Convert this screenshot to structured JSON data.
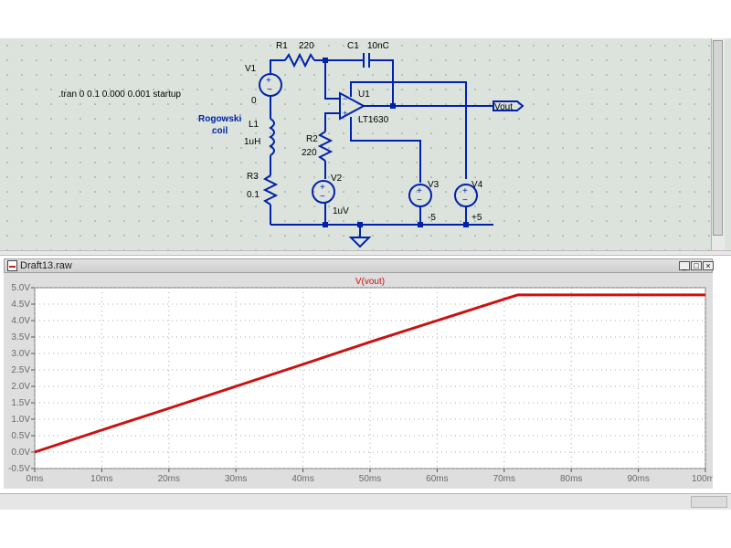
{
  "schematic": {
    "directive": ".tran 0 0.1 0.000 0.001 startup",
    "rogowski_label": "Rogowski",
    "coil_label": "coil",
    "v1": {
      "name": "V1",
      "value": "0"
    },
    "r1": {
      "name": "R1",
      "value": "220"
    },
    "c1": {
      "name": "C1",
      "value": "10nC"
    },
    "u1": {
      "name": "U1",
      "model": "LT1630"
    },
    "l1": {
      "name": "L1",
      "value": "1uH"
    },
    "r2": {
      "name": "R2",
      "value": "220"
    },
    "r3": {
      "name": "R3",
      "value": "0.1"
    },
    "v2": {
      "name": "V2",
      "value": "1uV"
    },
    "v3": {
      "name": "V3",
      "value": "-5"
    },
    "v4": {
      "name": "V4",
      "value": "+5"
    },
    "vout_label": "Vout"
  },
  "waveform_window": {
    "title": "Draft13.raw",
    "min_btn": "_",
    "max_btn": "□",
    "close_btn": "×"
  },
  "chart_data": {
    "type": "line",
    "title": "",
    "xlabel": "",
    "ylabel": "",
    "xlim": [
      0,
      100
    ],
    "ylim": [
      -0.5,
      5.0
    ],
    "x_ticks": [
      "0ms",
      "10ms",
      "20ms",
      "30ms",
      "40ms",
      "50ms",
      "60ms",
      "70ms",
      "80ms",
      "90ms",
      "100ms"
    ],
    "y_ticks": [
      "-0.5V",
      "0.0V",
      "0.5V",
      "1.0V",
      "1.5V",
      "2.0V",
      "2.5V",
      "3.0V",
      "3.5V",
      "4.0V",
      "4.5V",
      "5.0V"
    ],
    "series": [
      {
        "name": "V(vout)",
        "color": "#cc1111",
        "x": [
          0,
          10,
          20,
          30,
          40,
          50,
          60,
          70,
          72,
          80,
          90,
          100
        ],
        "y": [
          0.0,
          0.67,
          1.33,
          2.0,
          2.67,
          3.35,
          4.0,
          4.65,
          4.78,
          4.78,
          4.78,
          4.78
        ]
      }
    ],
    "grid": true
  },
  "colors": {
    "wire": "#0022aa",
    "trace": "#cc1111",
    "schematic_bg": "#dbe3dc"
  }
}
